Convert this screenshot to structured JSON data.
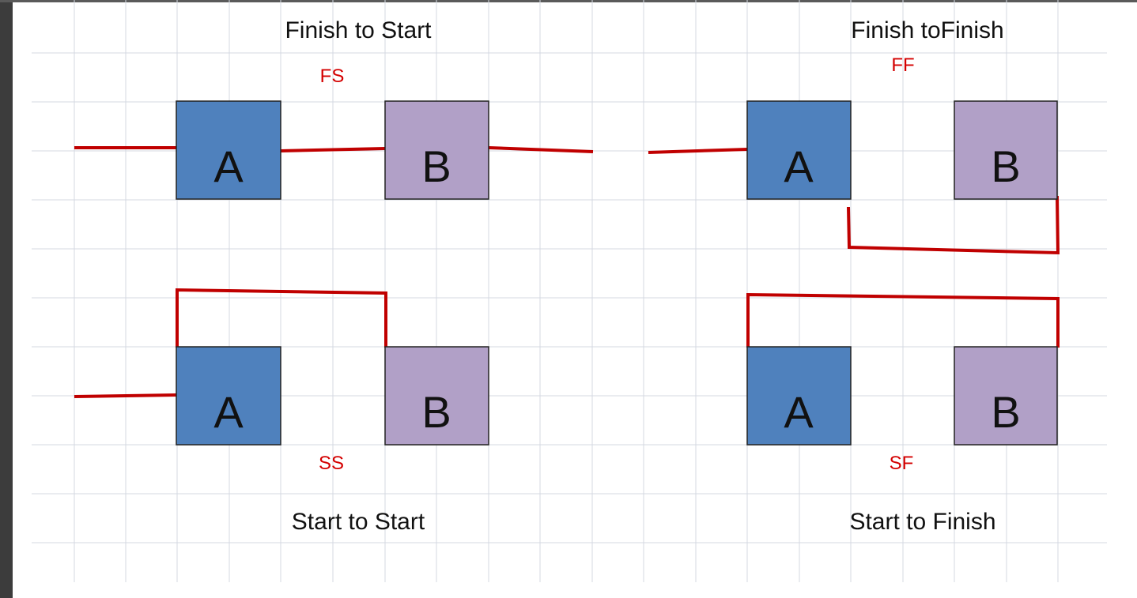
{
  "colors": {
    "grid": "#d4d9e2",
    "box_a": "#4f81bd",
    "box_b": "#b1a0c7",
    "link": "#c00000",
    "code_text": "#d40000"
  },
  "quadrants": {
    "fs": {
      "title": "Finish to Start",
      "code": "FS",
      "box_a": "A",
      "box_b": "B"
    },
    "ff": {
      "title": "Finish toFinish",
      "code": "FF",
      "box_a": "A",
      "box_b": "B"
    },
    "ss": {
      "title": "Start to Start",
      "code": "SS",
      "box_a": "A",
      "box_b": "B"
    },
    "sf": {
      "title": "Start to Finish",
      "code": "SF",
      "box_a": "A",
      "box_b": "B"
    }
  }
}
